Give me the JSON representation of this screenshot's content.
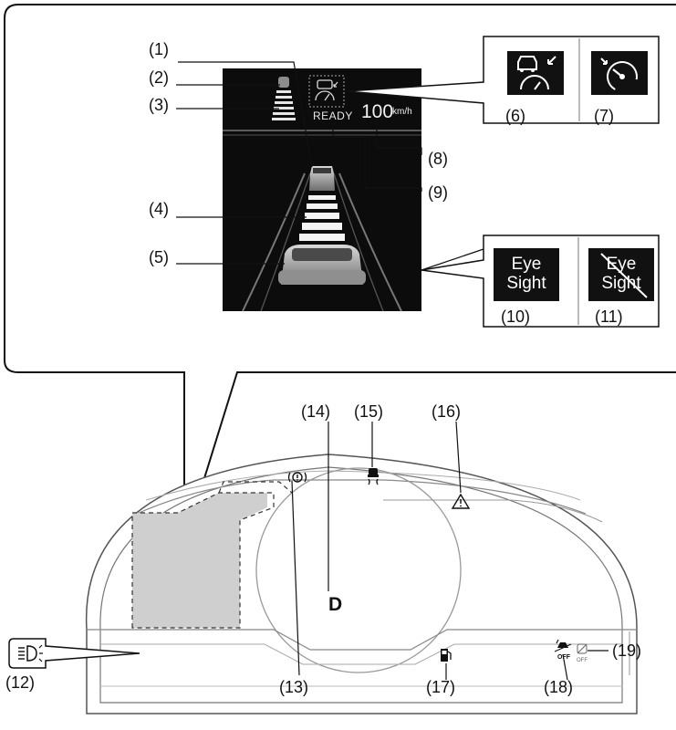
{
  "callouts": {
    "c1": "(1)",
    "c2": "(2)",
    "c3": "(3)",
    "c4": "(4)",
    "c5": "(5)",
    "c6": "(6)",
    "c7": "(7)",
    "c8": "(8)",
    "c9": "(9)",
    "c10": "(10)",
    "c11": "(11)",
    "c12": "(12)",
    "c13": "(13)",
    "c14": "(14)",
    "c15": "(15)",
    "c16": "(16)",
    "c17": "(17)",
    "c18": "(18)",
    "c19": "(19)"
  },
  "display": {
    "ready_text": "READY",
    "speed_value": "100",
    "speed_unit": "km/h"
  },
  "eyesight": {
    "on_line1": "Eye",
    "on_line2": "Sight",
    "off_line1": "Eye",
    "off_line2": "Sight"
  },
  "cluster": {
    "gear": "D",
    "off_label": "OFF"
  },
  "icons": {
    "cruise_car_icon": "cruise-car-speedometer-icon",
    "cruise_speed_icon": "speedometer-icon",
    "brake_warning_icon": "brake-warning-icon",
    "vehicle_skid_icon": "vehicle-skid-icon",
    "warning_triangle_icon": "warning-triangle-icon",
    "fuel_icon": "fuel-icon",
    "lane_off_icon": "lane-departure-off-icon",
    "eyesight_off_icon": "eyesight-off-icon",
    "headlight_icon": "headlight-icon"
  },
  "colors": {
    "screen_bg": "#0c0c0c",
    "highlight_fill": "#cfcfcf",
    "outline": "#111111"
  }
}
